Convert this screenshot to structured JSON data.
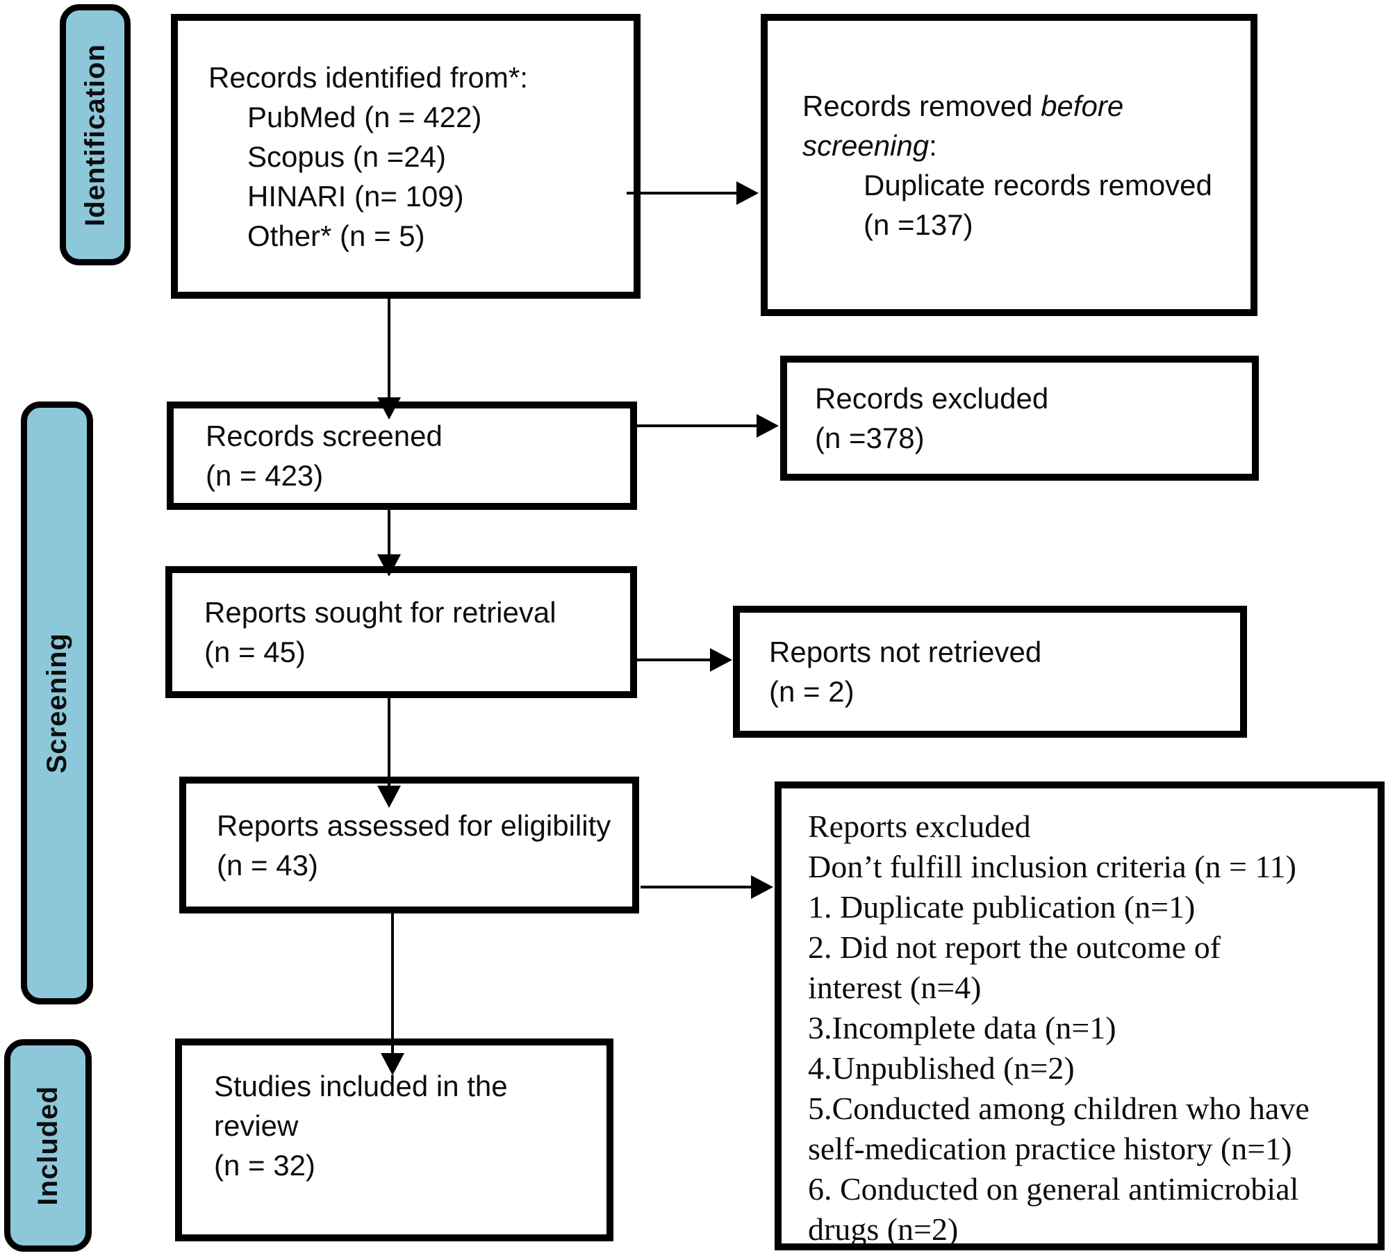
{
  "colors": {
    "band_fill": "#8dc8da",
    "line": "#000000"
  },
  "bands": {
    "identification": "Identification",
    "screening": "Screening",
    "included": "Included"
  },
  "boxes": {
    "identified": {
      "title": "Records identified from*:",
      "items": [
        "PubMed (n = 422)",
        "Scopus (n =24)",
        "HINARI (n= 109)",
        "Other* (n = 5)"
      ]
    },
    "removed": {
      "prefix": "Records removed ",
      "italic": "before screening",
      "suffix": ":",
      "items": [
        "Duplicate records removed",
        "(n =137)"
      ]
    },
    "screened": {
      "lines": [
        "Records screened",
        "(n = 423)"
      ]
    },
    "excluded": {
      "lines": [
        "Records excluded",
        "(n =378)"
      ]
    },
    "sought": {
      "lines": [
        "Reports sought for retrieval",
        "(n = 45)"
      ]
    },
    "not_retrieved": {
      "lines": [
        "Reports not retrieved",
        "(n = 2)"
      ]
    },
    "assessed": {
      "lines": [
        "Reports assessed for eligibility",
        "(n = 43)"
      ]
    },
    "reports_excluded": {
      "lines": [
        "Reports excluded",
        "Don’t fulfill inclusion criteria (n = 11)",
        "1. Duplicate publication (n=1)",
        "2. Did not report the outcome of",
        "interest (n=4)",
        "3.Incomplete data (n=1)",
        "4.Unpublished (n=2)",
        "5.Conducted among children who have",
        "self-medication practice history (n=1)",
        "6. Conducted on general antimicrobial",
        "drugs (n=2)"
      ]
    },
    "included_studies": {
      "lines": [
        "Studies included in the",
        "review",
        "(n = 32)"
      ]
    }
  }
}
